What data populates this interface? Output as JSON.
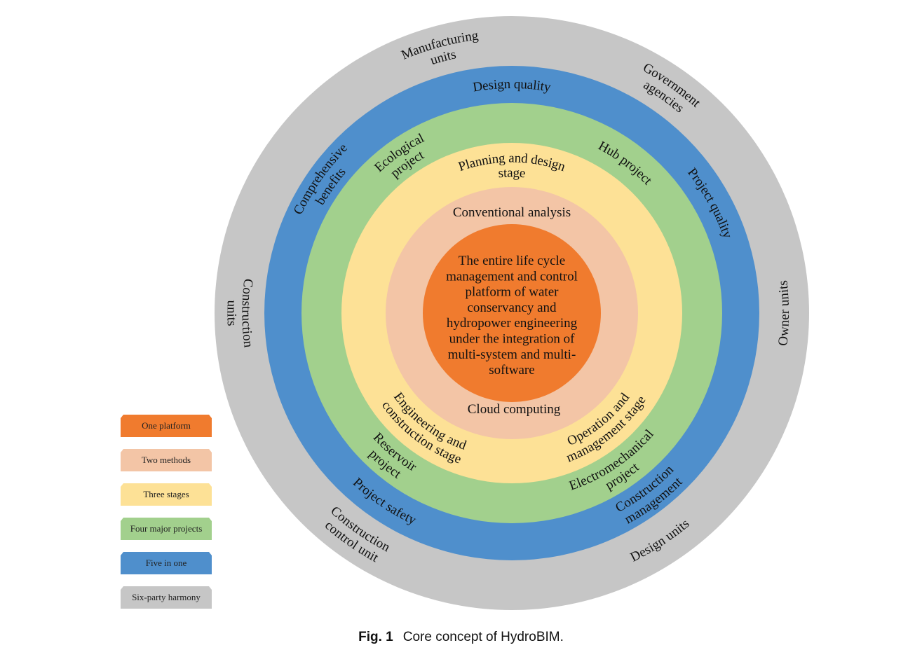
{
  "colors": {
    "six": "#c6c6c6",
    "five": "#4f8fcc",
    "four": "#a2d08d",
    "three": "#fde196",
    "two": "#f3c5a6",
    "one": "#f07b2e"
  },
  "core": {
    "lines": [
      "The entire life cycle",
      "management and control",
      "platform of water",
      "conservancy and",
      "hydropower engineering",
      "under the integration of",
      "multi-system and multi-",
      "software"
    ]
  },
  "two_methods": {
    "top": "Conventional analysis",
    "bottom": "Cloud computing"
  },
  "three_stages": [
    [
      "Planning and design",
      "stage"
    ],
    [
      "Engineering and",
      "construction stage"
    ],
    [
      "Operation and",
      "management stage"
    ]
  ],
  "four_projects": [
    [
      "Ecological",
      "project"
    ],
    [
      "Hub project"
    ],
    [
      "Reservoir",
      "project"
    ],
    [
      "Electromechanical",
      "project"
    ]
  ],
  "five_in_one": [
    [
      "Design quality"
    ],
    [
      "Project quality"
    ],
    [
      "Comprehensive",
      "benefits"
    ],
    [
      "Project safety"
    ],
    [
      "Construction",
      "management"
    ]
  ],
  "six_parties": [
    [
      "Manufacturing",
      "units"
    ],
    [
      "Government",
      "agencies"
    ],
    [
      "Construction",
      "units"
    ],
    [
      "Owner units"
    ],
    [
      "Construction",
      "control unit"
    ],
    [
      "Design units"
    ]
  ],
  "legend": [
    {
      "label": "One platform",
      "color": "#f07b2e"
    },
    {
      "label": "Two methods",
      "color": "#f3c5a6"
    },
    {
      "label": "Three stages",
      "color": "#fde196"
    },
    {
      "label": "Four major projects",
      "color": "#a2d08d"
    },
    {
      "label": "Five in one",
      "color": "#4f8fcc"
    },
    {
      "label": "Six-party harmony",
      "color": "#c6c6c6"
    }
  ],
  "caption": {
    "label": "Fig. 1",
    "text": "Core concept of HydroBIM."
  }
}
